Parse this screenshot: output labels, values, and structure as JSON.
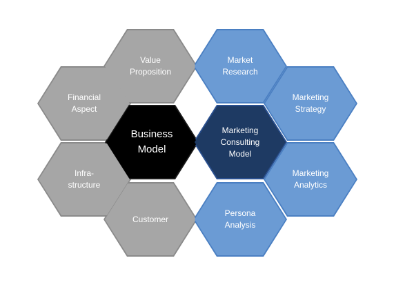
{
  "colors": {
    "gray_fill": "#a6a6a6",
    "gray_border": "#8a8a8a",
    "blue_fill": "#6b9bd4",
    "blue_border": "#4a7fc2",
    "dark_fill": "#1e3a63",
    "dark_border": "#2a5090",
    "black_fill": "#000000",
    "black_border": "#1a1a1a"
  },
  "hexagons": {
    "value_proposition": "Value\nProposition",
    "financial_aspect": "Financial\nAspect",
    "infrastructure": "Infra-\nstructure",
    "customer": "Customer",
    "business_model": "Business\nModel",
    "market_research": "Market\nResearch",
    "marketing_strategy": "Marketing\nStrategy",
    "marketing_consulting_model": "Marketing\nConsulting\nModel",
    "marketing_analytics": "Marketing\nAnalytics",
    "persona_analysis": "Persona\nAnalysis"
  }
}
